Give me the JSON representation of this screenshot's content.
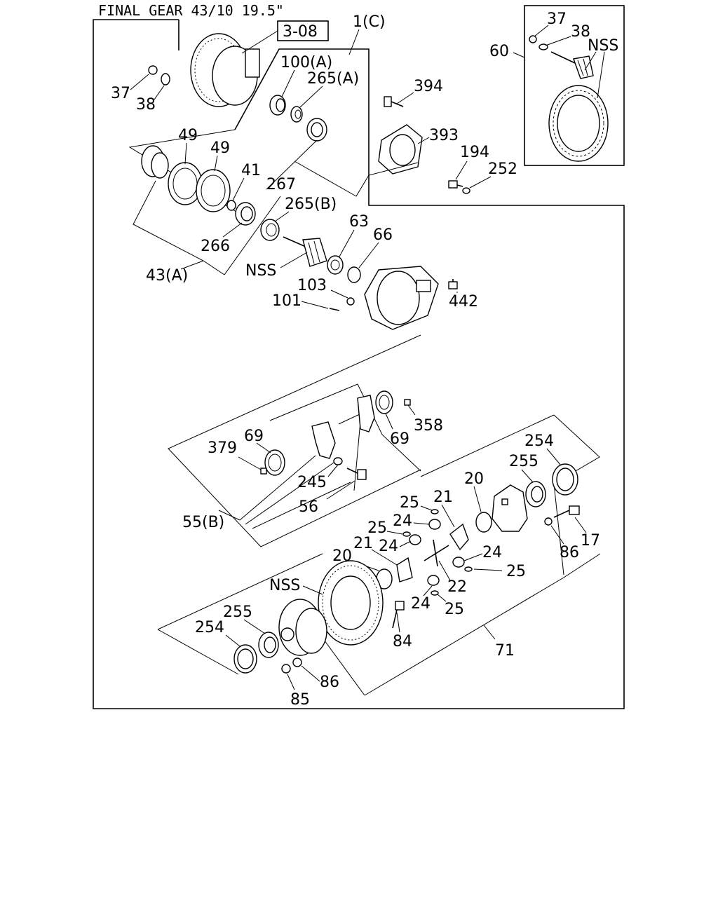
{
  "diagram": {
    "title": "FINAL GEAR 43/10 19.5\"",
    "section_ref": "3-08",
    "inset_group": "60",
    "labels": {
      "l1c": "1(C)",
      "l37a": "37",
      "l38a": "38",
      "l100a": "100(A)",
      "l265a": "265(A)",
      "l394": "394",
      "l393": "393",
      "l194": "194",
      "l252": "252",
      "l49a": "49",
      "l49b": "49",
      "l41": "41",
      "l267": "267",
      "l265b": "265(B)",
      "l266": "266",
      "lnss1": "NSS",
      "l43a": "43(A)",
      "l63": "63",
      "l66": "66",
      "l442": "442",
      "l103": "103",
      "l101": "101",
      "l69a": "69",
      "l358": "358",
      "l69b": "69",
      "l379": "379",
      "l245": "245",
      "l56": "56",
      "l55b": "55(B)",
      "l254a": "254",
      "l255a": "255",
      "l20a": "20",
      "l21a": "21",
      "l25a": "25",
      "l24a": "24",
      "l25b": "25",
      "l24b": "24",
      "l21b": "21",
      "l20b": "20",
      "l24c": "24",
      "l25c": "25",
      "l22": "22",
      "l24d": "24",
      "l25d": "25",
      "l86a": "86",
      "l17": "17",
      "lnss2": "NSS",
      "l255b": "255",
      "l254b": "254",
      "l84": "84",
      "l71": "71",
      "l86b": "86",
      "l85": "85",
      "l37b": "37",
      "l38b": "38",
      "lnss3": "NSS"
    }
  }
}
